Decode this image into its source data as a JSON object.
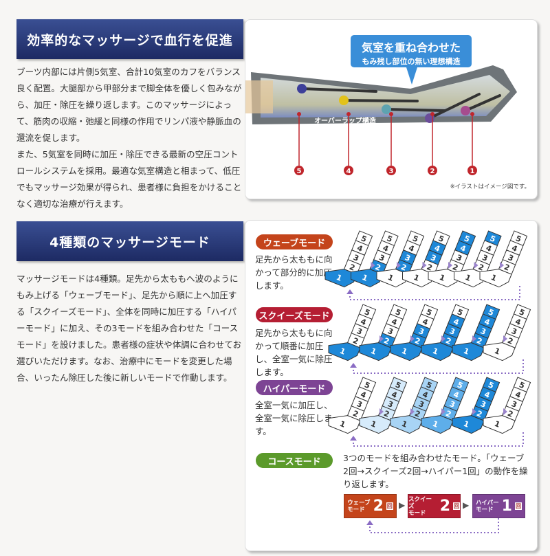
{
  "section1": {
    "title": "効率的なマッサージで血行を促進",
    "body": "ブーツ内部には片側5気室、合計10気室のカフをバランス良く配置。大腿部から甲部分まで脚全体を優しく包みながら、加圧・除圧を繰り返します。このマッサージによって、筋肉の収縮・弛緩と同様の作用でリンパ液や静脈血の還流を促します。\nまた、5気室を同時に加圧・除圧できる最新の空圧コントロールシステムを採用。最適な気室構造と相まって、低圧でもマッサージ効果が得られ、患者様に負担をかけることなく適切な治療が行えます。"
  },
  "illustration": {
    "callout_line1": "気室を重ね合わせた",
    "callout_line2": "もみ残し部位の無い理想構造",
    "overlap_label": "オーバーラップ構造",
    "chamber_numbers": [
      "5",
      "4",
      "3",
      "2",
      "1"
    ],
    "note": "※イラストはイメージ図です。"
  },
  "section2": {
    "title": "4種類のマッサージモード",
    "body": "マッサージモードは4種類。足先から太ももへ波のようにもみ上げる「ウェーブモード」、足先から順に上へ加圧する「スクイーズモード」、全体を同時に加圧する「ハイパーモード」に加え、その3モードを組み合わせた「コースモード」を設けました。患者様の症状や体調に合わせてお選びいただけます。なお、治療中にモードを変更した場合、いったん除圧した後に新しいモードで作動します。"
  },
  "modes": [
    {
      "label": "ウェーブモード",
      "color": "#c4441b",
      "desc": "足先から太ももに向かって部分的に加圧します。",
      "frames": [
        "40000",
        "44000",
        "04400",
        "00440",
        "00044",
        "00004",
        "00000"
      ]
    },
    {
      "label": "スクイーズモード",
      "color": "#b51e33",
      "desc": "足先から太ももに向かって順番に加圧し、全室一気に除圧します。",
      "frames": [
        "40000",
        "44000",
        "44400",
        "44440",
        "44444",
        "00000"
      ]
    },
    {
      "label": "ハイパーモード",
      "color": "#7d4494",
      "desc": "全室一気に加圧し、全室一気に除圧します。",
      "frames": [
        "00000",
        "11111",
        "22222",
        "33333",
        "44444",
        "00000"
      ]
    }
  ],
  "course": {
    "label": "コースモード",
    "color": "#5b9a2b",
    "desc": "3つのモードを組み合わせたモード。「ウェーブ2回→スクイーズ2回→ハイパー1回」の動作を繰り返します。",
    "steps": [
      {
        "line1": "ウェーブ",
        "line2": "モード",
        "count": "2",
        "unit": "回",
        "color": "#c4441b"
      },
      {
        "line1": "スクイーズ",
        "line2": "モード",
        "count": "2",
        "unit": "回",
        "color": "#b51e33"
      },
      {
        "line1": "ハイパー",
        "line2": "モード",
        "count": "1",
        "unit": "回",
        "color": "#7d4494"
      }
    ]
  },
  "chamber_labels": [
    "1",
    "2",
    "3",
    "4",
    "5"
  ],
  "fill_colors": [
    "#ffffff",
    "#d6ebfb",
    "#a8d4f5",
    "#5eaeea",
    "#1e88d8"
  ]
}
